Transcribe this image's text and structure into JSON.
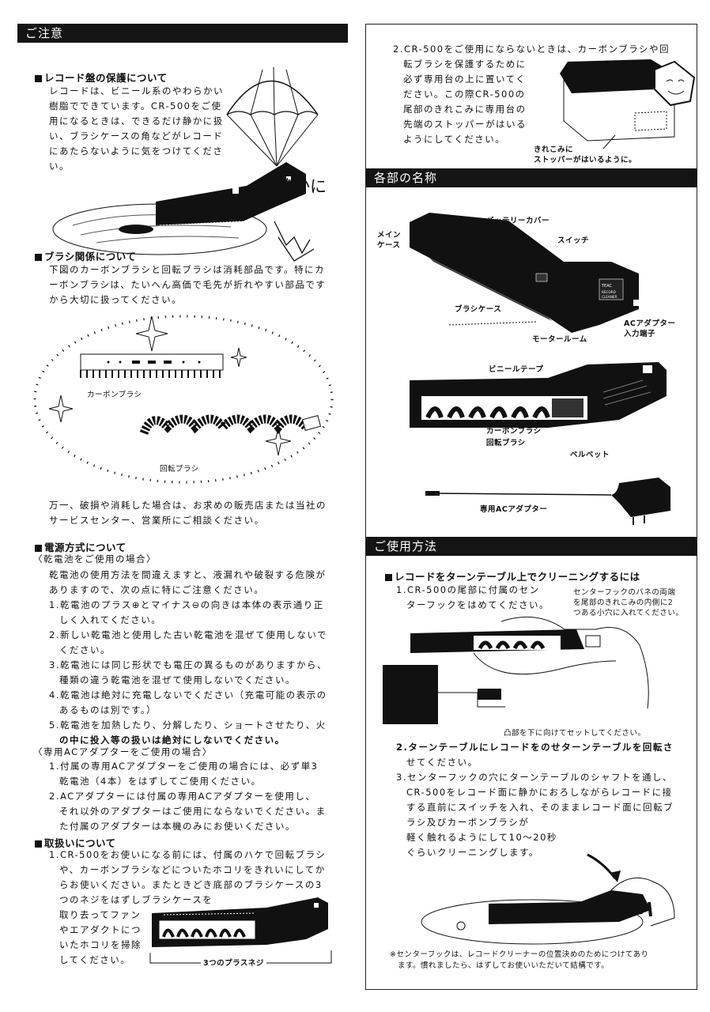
{
  "left": {
    "bar_title": "ご注意",
    "s1": {
      "heading": "レコード盤の保護について",
      "lines": [
        "レコードは、ビニール系のやわらかい",
        "樹脂でできています。CR-500をご使",
        "用になるときは、できるだけ静かに扱",
        "い、ブラシケースの角などがレコード",
        "にあたらないように気をつけてくださ",
        "い。"
      ],
      "handwritten": "静かに"
    },
    "s2": {
      "heading": "ブラシ関係について",
      "lines": [
        "下図のカーボンブラシと回転ブラシは消耗部品です。特にカ",
        "ーボンブラシは、たいへん高価で毛先が折れやすい部品です",
        "から大切に扱ってください。"
      ],
      "label_carbon": "カーボンブラシ",
      "label_rotary": "回転ブラシ",
      "after": [
        "万一、破損や消耗した場合は、お求めの販売店または当社の",
        "サービスセンター、営業所にご相談ください。"
      ]
    },
    "s3": {
      "heading": "電源方式について",
      "sub1": "〈乾電池をご使用の場合〉",
      "lines1": [
        "乾電池の使用方法を間違えますと、液漏れや破裂する危険が",
        "ありますので、次の点に特にご注意ください。",
        "1.乾電池のプラス⊕とマイナス⊖の向きは本体の表示通り正",
        "　しく入れてください。",
        "2.新しい乾電池と使用した古い乾電池を混ぜて使用しないで",
        "　ください。",
        "3.乾電池には同じ形状でも電圧の異るものがありますから、",
        "　種類の違う乾電池を混ぜて使用しないでください。",
        "4.乾電池は絶対に充電しないでください（充電可能の表示の",
        "　あるものは別です。）",
        "5.乾電池を加熱したり、分解したり、ショートさせたり、火",
        "　の中に投入等の扱いは絶対にしないでください。"
      ],
      "sub2": "〈専用ACアダプターをご使用の場合〉",
      "lines2": [
        "1.付属の専用ACアダプターをご使用の場合には、必ず単3",
        "　乾電池（4本）をはずしてご使用ください。",
        "2.ACアダプターには付属の専用ACアダプターを使用し、",
        "　それ以外のアダプターはご使用にならないでください。ま",
        "　た付属のアダプターは本機のみにお使いください。"
      ]
    },
    "s4": {
      "heading": "取扱いについて",
      "lines": [
        "1.CR-500をお使いになる前には、付属のハケで回転ブラシ",
        "　や、カーボンブラシなどについたホコリをきれいにしてか",
        "　らお使いください。またときどき底部のブラシケースの3",
        "　つのネジをはずしブラシケースを",
        "　取り去ってファン",
        "　やエアダクトにつ",
        "　いたホコリを掃除",
        "　してください。"
      ],
      "screw_label": "3つのプラスネジ"
    }
  },
  "right": {
    "top_lines": [
      "2.CR-500をご使用にならないときは、カーボンブラシや回",
      "　転ブラシを保護するために",
      "　必ず専用台の上に置いてく",
      "　ださい。この際CR-500の",
      "　尾部のきれこみに専用台の",
      "　先端のストッパーがはいる",
      "　ようにしてください。"
    ],
    "stand_label": [
      "きれこみに",
      "ストッパーがはいるように。"
    ],
    "bar2_title": "各部の名称",
    "parts": {
      "battery_cover": "バッテリーカバー",
      "main_case": [
        "メイン",
        "ケース"
      ],
      "switch": "スイッチ",
      "brush_case": "ブラシケース",
      "ac_jack": [
        "ACアダプター",
        "入力端子"
      ],
      "motor_room": "モータールーム",
      "vinyl_tape": "ビニールテープ",
      "carbon_brush": "カーボンブラシ",
      "rotary_brush": "回転ブラシ",
      "velvet": "ベルベット",
      "ac_adapter": "専用ACアダプター",
      "device_text": [
        "TEAC",
        "RECORD",
        "CLEANER"
      ]
    },
    "bar3_title": "ご使用方法",
    "usage": {
      "heading": "レコードをターンテーブル上でクリーニングするには",
      "step1": [
        "1.CR-500の尾部に付属のセン",
        "　ターフックをはめてください。"
      ],
      "hook_note": [
        "センターフックのバネの両端",
        "を尾部のきれこみの内側に2",
        "つある小穴に入れてください。"
      ],
      "convex_note": "凸部を下に向けてセットしてください。",
      "steps": [
        "2.ターンテーブルにレコードをのせターンテーブルを回転さ",
        "　せてください。",
        "3.センターフックの穴にターンテーブルのシャフトを通し、",
        "　CR-500をレコード面に静かにおろしながらレコードに接",
        "　する直前にスイッチを入れ、そのままレコード面に回転ブ",
        "　ラシ及びカーボンブラシが",
        "　軽く触れるようにして10〜20秒",
        "　ぐらいクリーニングします。"
      ],
      "footnote": [
        "※センターフックは、レコードクリーナーの位置決めのためにつけてあり",
        "　ます。慣れましたら、はずしてお使いいただいて結構です。"
      ]
    }
  }
}
